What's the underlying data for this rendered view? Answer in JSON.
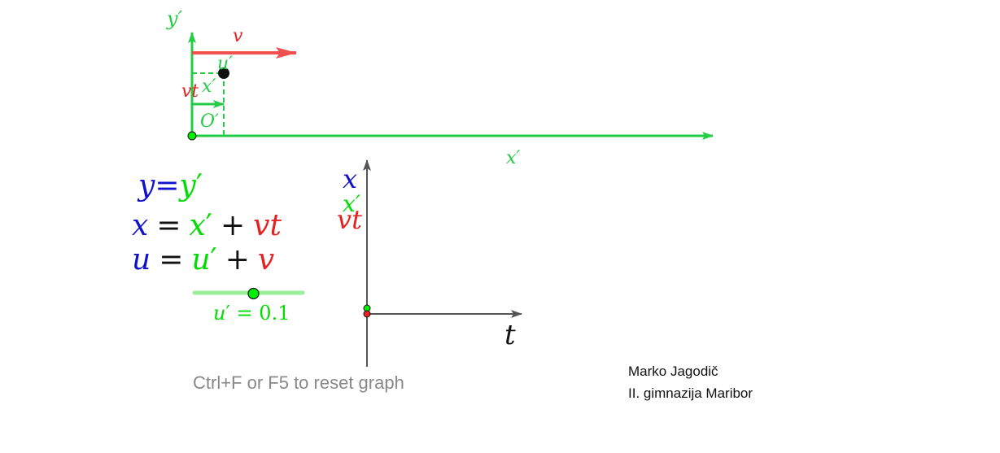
{
  "colors": {
    "green": "#22cc44",
    "bright_green": "#00dd00",
    "red": "#e52222",
    "blue": "#1111cc",
    "black": "#111111",
    "axis_gray": "#555555",
    "hint_gray": "#888888",
    "slider_track": "#99ee99"
  },
  "frame": {
    "y_label": "y",
    "prime": "′",
    "v_label": "v",
    "u_label": "u",
    "x_label": "x",
    "vt_label": "vt",
    "origin_label": "O",
    "x_axis_label": "x"
  },
  "equations": {
    "y": "y",
    "eq": "=",
    "plus": "+",
    "prime": "′",
    "x": "x",
    "u": "u",
    "vt": "vt",
    "v": "v"
  },
  "slider": {
    "label": "u",
    "prime": "′",
    "equals": " = ",
    "value_text": "0.1",
    "value": 0.1,
    "min": 0,
    "max": 0.2
  },
  "graph": {
    "x_label": "x",
    "x_prime_label": "x",
    "prime": "′",
    "vt_label": "vt",
    "t_label": "t"
  },
  "hint": {
    "text": "Ctrl+F or F5 to reset graph"
  },
  "credits": {
    "author": "Marko Jagodič",
    "school": "II. gimnazija Maribor"
  }
}
